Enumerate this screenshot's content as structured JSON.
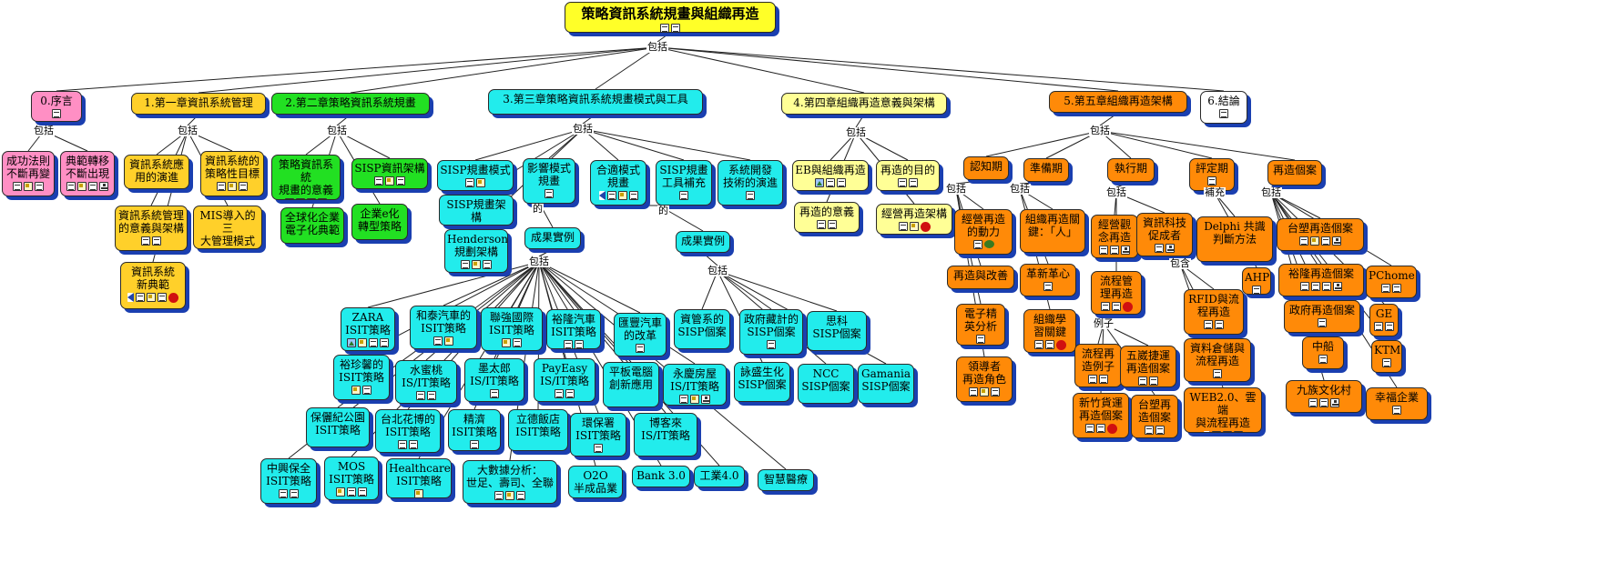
{
  "root": {
    "text": "策略資訊系統規畫與組織再造"
  },
  "labels": {
    "root_include": "包括",
    "c0_include": "包括",
    "c1_include": "包括",
    "c2_include": "包括",
    "c3_include": "包括",
    "c3_of_left": "的",
    "c3_of_right": "的",
    "results_left_include": "包括",
    "results_right_include": "包括",
    "c4_include": "包括",
    "c5_include": "包括",
    "aware_include": "包括",
    "prep_include": "包括",
    "exec_include": "包括",
    "eval_supplement": "補充",
    "cases_include": "包括",
    "it_contains": "包含",
    "process_example": "例子"
  },
  "chapters": {
    "c0": "0.序言",
    "c1": "1.第一章資訊系統管理",
    "c2": "2.第二章策略資訊系統規畫",
    "c3": "3.第三章策略資訊系統規畫模式與工具",
    "c4": "4.第四章組織再造意義與架構",
    "c5": "5.第五章組織再造架構",
    "c6": "6.結論"
  },
  "nodes": {
    "c0_a": "成功法則\n不斷再變",
    "c0_b": "典範轉移\n不斷出現",
    "c1_a": "資訊系統應\n用的演進",
    "c1_b": "資訊系統的\n策略性目標",
    "c1_c": "資訊系統管理\n的意義與架構",
    "c1_d": "MIS導入的三\n大管理模式",
    "c1_e": "資訊系統\n新典範",
    "c2_a": "策略資訊系統\n規畫的意義",
    "c2_b": "SISP資訊架構",
    "c2_c": "全球化企業\n電子化典範",
    "c2_d": "企業e化\n轉型策略",
    "c3_a": "SISP規畫模式",
    "c3_b": "影響模式\n規畫",
    "c3_c": "SISP規畫架構",
    "c3_d": "Henderson\n規劃架構",
    "c3_e": "成果實例",
    "c3_f": "合適模式\n規畫",
    "c3_g": "SISP規畫\n工具補充",
    "c3_h": "系統開發\n技術的演進",
    "c3_i": "成果實例",
    "r_zara": "ZARA\nISIT策略",
    "r_hetai": "和泰汽車的\nISIT策略",
    "r_lianhua": "聯強國際\nISIT策略",
    "r_yulong": "裕隆汽車\nISIT策略",
    "r_huifeng": "匯豐汽車\n的改革",
    "r_yuzhen": "裕珍馨的\nISIT策略",
    "r_water": "水蜜桃\nIS/IT策略",
    "r_momotaro": "墨太郎\nIS/IT策略",
    "r_payeasy": "PayEasy\nIS/IT策略",
    "r_tablet": "平板電腦\n創新應用",
    "r_yongqing": "永慶房屋\nIS/IT策略",
    "r_bcg": "保儷紀公園\nISIT策略",
    "r_flower": "台北花博的\nISIT策略",
    "r_jingji": "精濟\nISIT策略",
    "r_lide": "立德飯店\nISIT策略",
    "r_env": "環保署\nISIT策略",
    "r_bokelai": "博客來\nIS/IT策略",
    "r_zhongxing": "中興保全\nISIT策略",
    "r_mos": "MOS\nISIT策略",
    "r_health": "Healthcare\nISIT策略",
    "r_bigdata": "大數據分析：\n世足、壽司、全聯",
    "r_o2o": "O2O\n半成品業",
    "r_bank": "Bank 3.0",
    "r_industry": "工業4.0",
    "r_medical": "智慧醫療",
    "s_ibm": "資管系的\nSISP個案",
    "s_gov": "政府藏計的\nSISP個案",
    "s_cisco": "思科\nSISP個案",
    "s_yongsheng": "詠盛生化\nSISP個案",
    "s_ncc": "NCC\nSISP個案",
    "s_gamania": "Gamania\nSISP個案",
    "c4_a": "EB與組織再造",
    "c4_b": "再造的目的",
    "c4_c": "再造的意義",
    "c4_d": "經營再造架構",
    "p_aware": "認知期",
    "p_prep": "準備期",
    "p_exec": "執行期",
    "p_eval": "評定期",
    "p_cases": "再造個案",
    "a_1": "經營再造\n的動力",
    "a_2": "再造與改善",
    "a_3": "電子精\n英分析",
    "a_4": "領導者\n再造角色",
    "b_1": "組織再造關\n鍵：「人」",
    "b_2": "革新革心",
    "b_3": "組織學\n習關鍵",
    "e_1": "經營觀\n念再造",
    "e_2": "資訊科技\n促成者",
    "e_3": "流程管\n理再造",
    "e_4": "流程再\n造例子",
    "e_5": "五崴捷運\n再造個案",
    "e_6": "新竹貨運\n再造個案",
    "e_7": "台塑再\n造個案",
    "e_8": "RFID與流\n程再造",
    "e_9": "資料倉儲與\n流程再造",
    "e_10": "WEB2.0、雲端\n與流程再造",
    "v_1": "Delphi 共識\n判斷方法",
    "v_2": "AHP",
    "k_1": "台塑再造個案",
    "k_2": "裕隆再造個案",
    "k_3": "PChome",
    "k_4": "政府再造個案",
    "k_5": "GE",
    "k_6": "中船",
    "k_7": "KTM",
    "k_8": "九族文化村",
    "k_9": "幸福企業"
  },
  "icons": {
    "note": "note-icon",
    "doc": "document-icon",
    "org": "org-chart-icon",
    "spk": "speaker-icon",
    "img": "image-icon",
    "red": "red-flower-icon",
    "bug": "bug-icon"
  }
}
